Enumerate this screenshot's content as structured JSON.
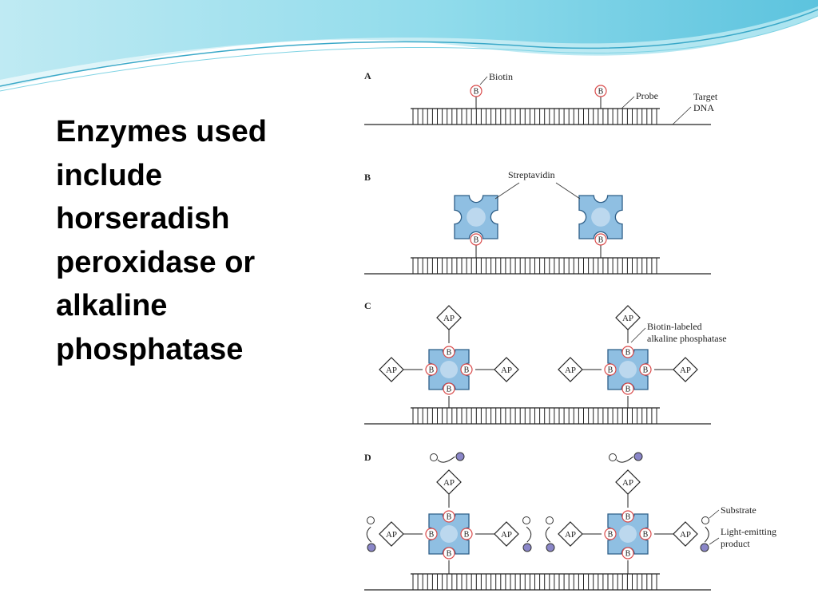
{
  "slide": {
    "text_lines": [
      "Enzymes used",
      "include",
      "horseradish",
      "peroxidase or",
      "alkaline",
      "phosphatase"
    ]
  },
  "figure": {
    "panels": {
      "a": "A",
      "b": "B",
      "c": "C",
      "d": "D"
    },
    "labels": {
      "biotin": "Biotin",
      "probe": "Probe",
      "target_line1": "Target",
      "target_line2": "DNA",
      "streptavidin": "Streptavidin",
      "biotin_ap_line1": "Biotin-labeled",
      "biotin_ap_line2": "alkaline phosphatase",
      "substrate": "Substrate",
      "product_line1": "Light-emitting",
      "product_line2": "product"
    },
    "biotin_symbol": "B",
    "ap_symbol": "AP"
  },
  "colors": {
    "banner_light": "#c8eef4",
    "banner_mid": "#7fd3e4",
    "banner_dark": "#3aa8c8",
    "protein_fill": "#8fbfe2",
    "protein_stroke": "#2f5f88",
    "biotin_red": "#d94a4a",
    "product_purple": "#8a86c8"
  }
}
